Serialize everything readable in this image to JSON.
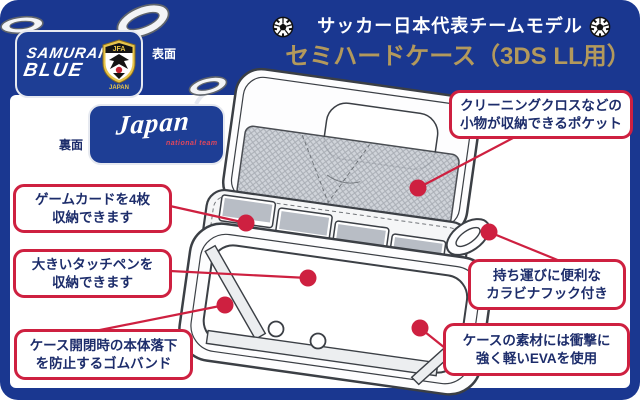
{
  "header": {
    "model_line": "サッカー日本代表チームモデル",
    "product_title": "セミハードケース（3DS LL用）"
  },
  "product_views": {
    "front": {
      "label": "表面",
      "brand_top": "SAMURAI",
      "brand_bottom": "BLUE",
      "crest_top": "JFA",
      "crest_bottom": "JAPAN"
    },
    "back": {
      "label": "裏面",
      "script": "Japan",
      "tagline": "national team"
    }
  },
  "callouts": {
    "pocket": "クリーニングクロスなどの\n小物が収納できるポケット",
    "game_cards": "ゲームカードを4枚\n収納できます",
    "touch_pen": "大きいタッチペンを\n収納できます",
    "rubber_band": "ケース開閉時の本体落下\nを防止するゴムバンド",
    "carabiner": "持ち運びに便利な\nカラビナフック付き",
    "eva_material": "ケースの素材には衝撃に\n強く軽いEVAを使用"
  },
  "icons": {
    "soccer_ball": "soccer-ball-icon",
    "carabiner_hook": "carabiner-hook-icon"
  },
  "colors": {
    "background_blue": "#1a3790",
    "case_blue": "#1e3e95",
    "title_gold": "#b3995c",
    "callout_red": "#ce2040",
    "callout_text_navy": "#1d2d6b",
    "line_art_gray": "#3b3f45"
  }
}
